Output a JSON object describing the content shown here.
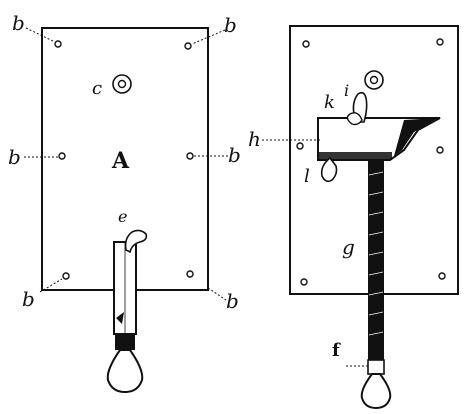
{
  "labels": {
    "b": "b",
    "c": "c",
    "A": "A",
    "e": "e",
    "h": "h",
    "k": "k",
    "i": "i",
    "l": "l",
    "g": "g",
    "f": "f"
  },
  "colors": {
    "ink": "#111111",
    "paper": "#ffffff"
  }
}
